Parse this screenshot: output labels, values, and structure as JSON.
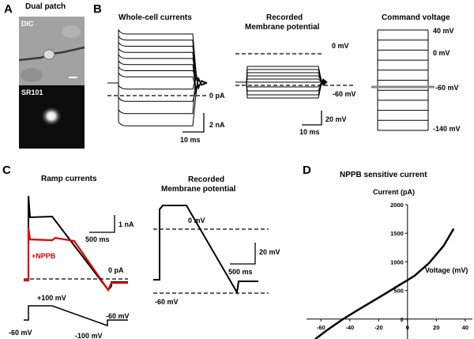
{
  "panels": {
    "A": {
      "letter": "A",
      "title": "Dual patch",
      "image_labels": [
        "DIC",
        "SR101"
      ]
    },
    "B": {
      "letter": "B",
      "whole_cell_title": "Whole-cell currents",
      "whole_cell_zero_label": "0 pA",
      "whole_cell_scale": {
        "y": "2 nA",
        "x": "10 ms"
      },
      "recorded_title_line1": "Recorded",
      "recorded_title_line2": "Membrane potential",
      "recorded_labels": {
        "zero": "0 mV",
        "rest": "-60 mV"
      },
      "recorded_scale": {
        "y": "20 mV",
        "x": "10 ms"
      },
      "command_title": "Command voltage",
      "command_labels": {
        "top": "40 mV",
        "zero": "0 mV",
        "hold": "-60 mV",
        "bottom": "-140 mV"
      }
    },
    "C": {
      "letter": "C",
      "ramp_title": "Ramp currents",
      "ramp_scale": {
        "y": "1 nA",
        "x": "500 ms"
      },
      "nppb_label": "+NPPB",
      "zero_label": "0 pA",
      "protocol_labels": {
        "top": "+100  mV",
        "hold": "-60 mV",
        "end": "-60 mV",
        "bottom": "-100  mV"
      },
      "recorded_title_line1": "Recorded",
      "recorded_title_line2": "Membrane potential",
      "recorded_labels": {
        "zero": "0 mV",
        "rest": "-60 mV"
      },
      "recorded_scale": {
        "y": "20 mV",
        "x": "500 ms"
      }
    },
    "D": {
      "letter": "D",
      "title": "NPPB sensitive current"
    }
  },
  "colors": {
    "trace": "#000000",
    "nppb": "#e00000",
    "zero_line": "#000000"
  },
  "chart_data": {
    "type": "line",
    "title": "NPPB sensitive current",
    "xlabel": "Voltage (mV)",
    "ylabel": "Current (pA)",
    "xlim": [
      -70,
      45
    ],
    "ylim": [
      -500,
      2000
    ],
    "xticks": [
      -60,
      -40,
      -20,
      0,
      20,
      40
    ],
    "yticks": [
      0,
      500,
      1000,
      1500,
      2000
    ],
    "series": [
      {
        "x": [
          -64,
          -55,
          -45,
          -35,
          -25,
          -15,
          -5,
          0,
          5,
          15,
          25,
          32
        ],
        "y": [
          -350,
          -180,
          -5,
          150,
          300,
          450,
          605,
          680,
          760,
          980,
          1280,
          1580
        ]
      }
    ],
    "grid": false
  }
}
